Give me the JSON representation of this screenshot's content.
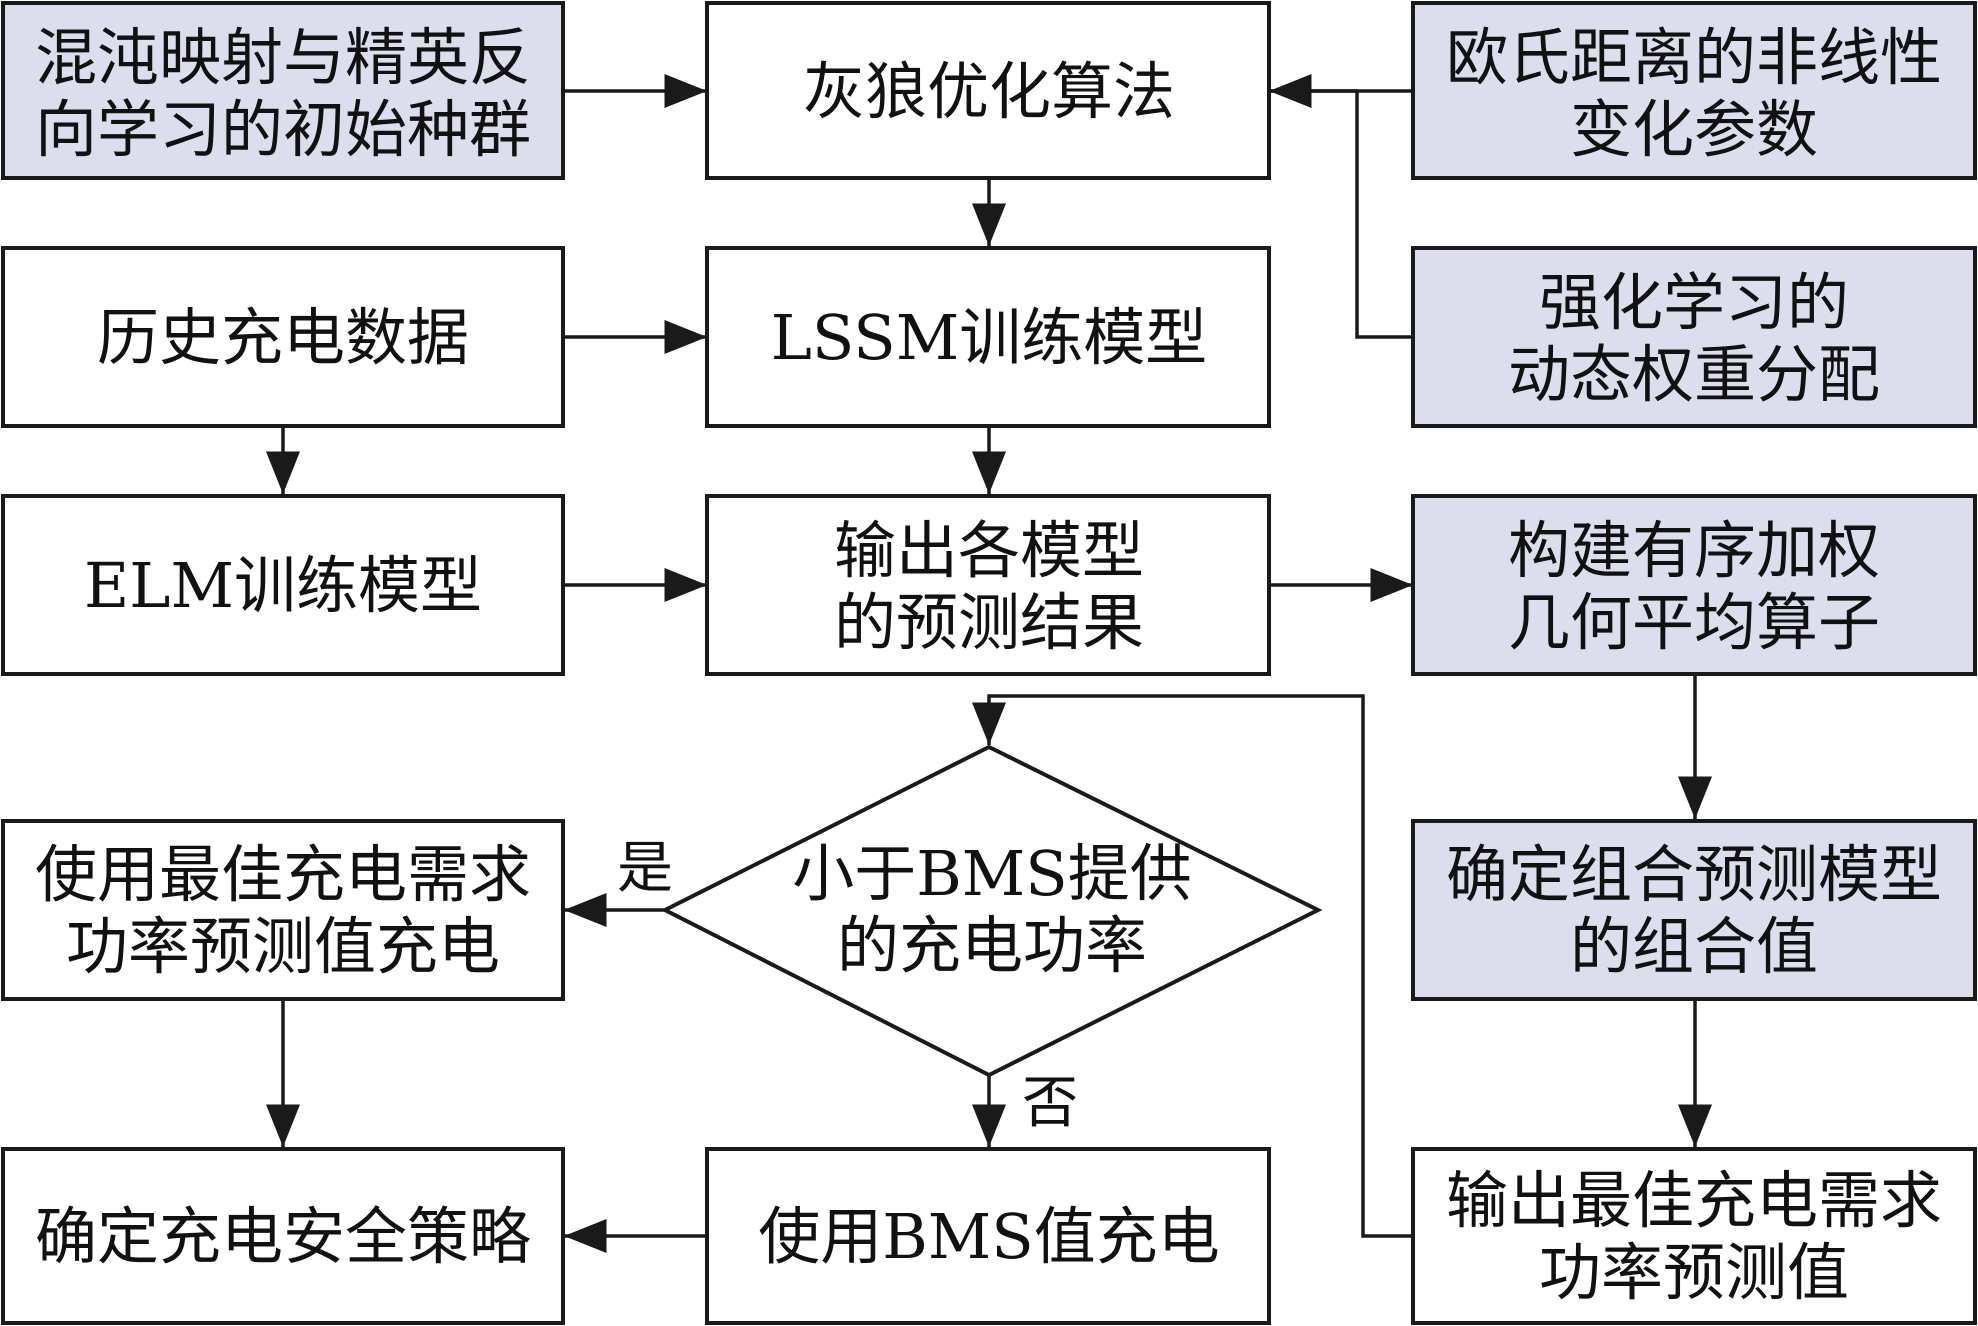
{
  "colors": {
    "plain_fill": "#ffffff",
    "highlight_fill": "#dcdeed",
    "stroke": "#1a1a1a"
  },
  "nodes": {
    "init_population": {
      "lines": [
        "混沌映射与精英反",
        "向学习的初始种群"
      ],
      "highlight": true
    },
    "gwo": {
      "lines": [
        "灰狼优化算法"
      ],
      "highlight": false
    },
    "euclid_param": {
      "lines": [
        "欧氏距离的非线性",
        "变化参数"
      ],
      "highlight": true
    },
    "history_data": {
      "lines": [
        "历史充电数据"
      ],
      "highlight": false
    },
    "lssm_train": {
      "lines": [
        "LSSM训练模型"
      ],
      "highlight": false
    },
    "rl_weight": {
      "lines": [
        "强化学习的",
        "动态权重分配"
      ],
      "highlight": true
    },
    "elm_train": {
      "lines": [
        "ELM训练模型"
      ],
      "highlight": false
    },
    "model_outputs": {
      "lines": [
        "输出各模型",
        "的预测结果"
      ],
      "highlight": false
    },
    "owga_operator": {
      "lines": [
        "构建有序加权",
        "几何平均算子"
      ],
      "highlight": true
    },
    "bms_decision": {
      "lines": [
        "小于BMS提供",
        "的充电功率"
      ],
      "highlight": false
    },
    "use_best": {
      "lines": [
        "使用最佳充电需求",
        "功率预测值充电"
      ],
      "highlight": false
    },
    "combo_value": {
      "lines": [
        "确定组合预测模型",
        "的组合值"
      ],
      "highlight": true
    },
    "safety_strategy": {
      "lines": [
        "确定充电安全策略"
      ],
      "highlight": false
    },
    "use_bms": {
      "lines": [
        "使用BMS值充电"
      ],
      "highlight": false
    },
    "best_output": {
      "lines": [
        "输出最佳充电需求",
        "功率预测值"
      ],
      "highlight": false
    }
  },
  "edge_labels": {
    "yes": "是",
    "no": "否"
  }
}
